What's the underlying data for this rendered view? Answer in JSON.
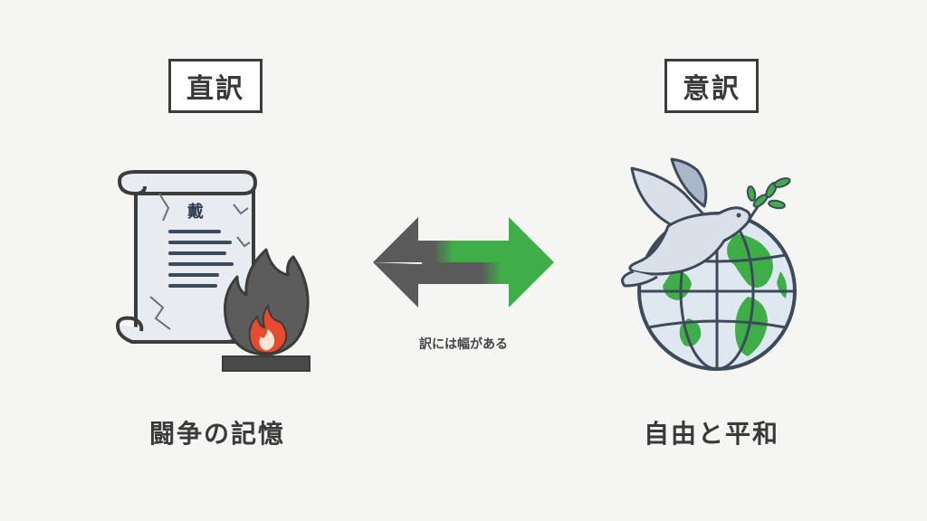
{
  "left": {
    "label": "直訳",
    "caption": "闘争の記憶",
    "scroll_glyph": "戴",
    "icons": [
      "scroll-icon",
      "fire-icon"
    ]
  },
  "right": {
    "label": "意訳",
    "caption": "自由と平和",
    "icons": [
      "dove-icon",
      "globe-icon",
      "olive-branch-icon"
    ]
  },
  "center": {
    "caption": "訳には幅がある",
    "icon": "bidirectional-arrow-icon"
  },
  "colors": {
    "outline": "#3c3c3c",
    "gray": "#5a5a5a",
    "green": "#3fae49",
    "fire_red": "#e84a2f",
    "paper": "#e8ebef",
    "dove": "#d9e0ea"
  }
}
